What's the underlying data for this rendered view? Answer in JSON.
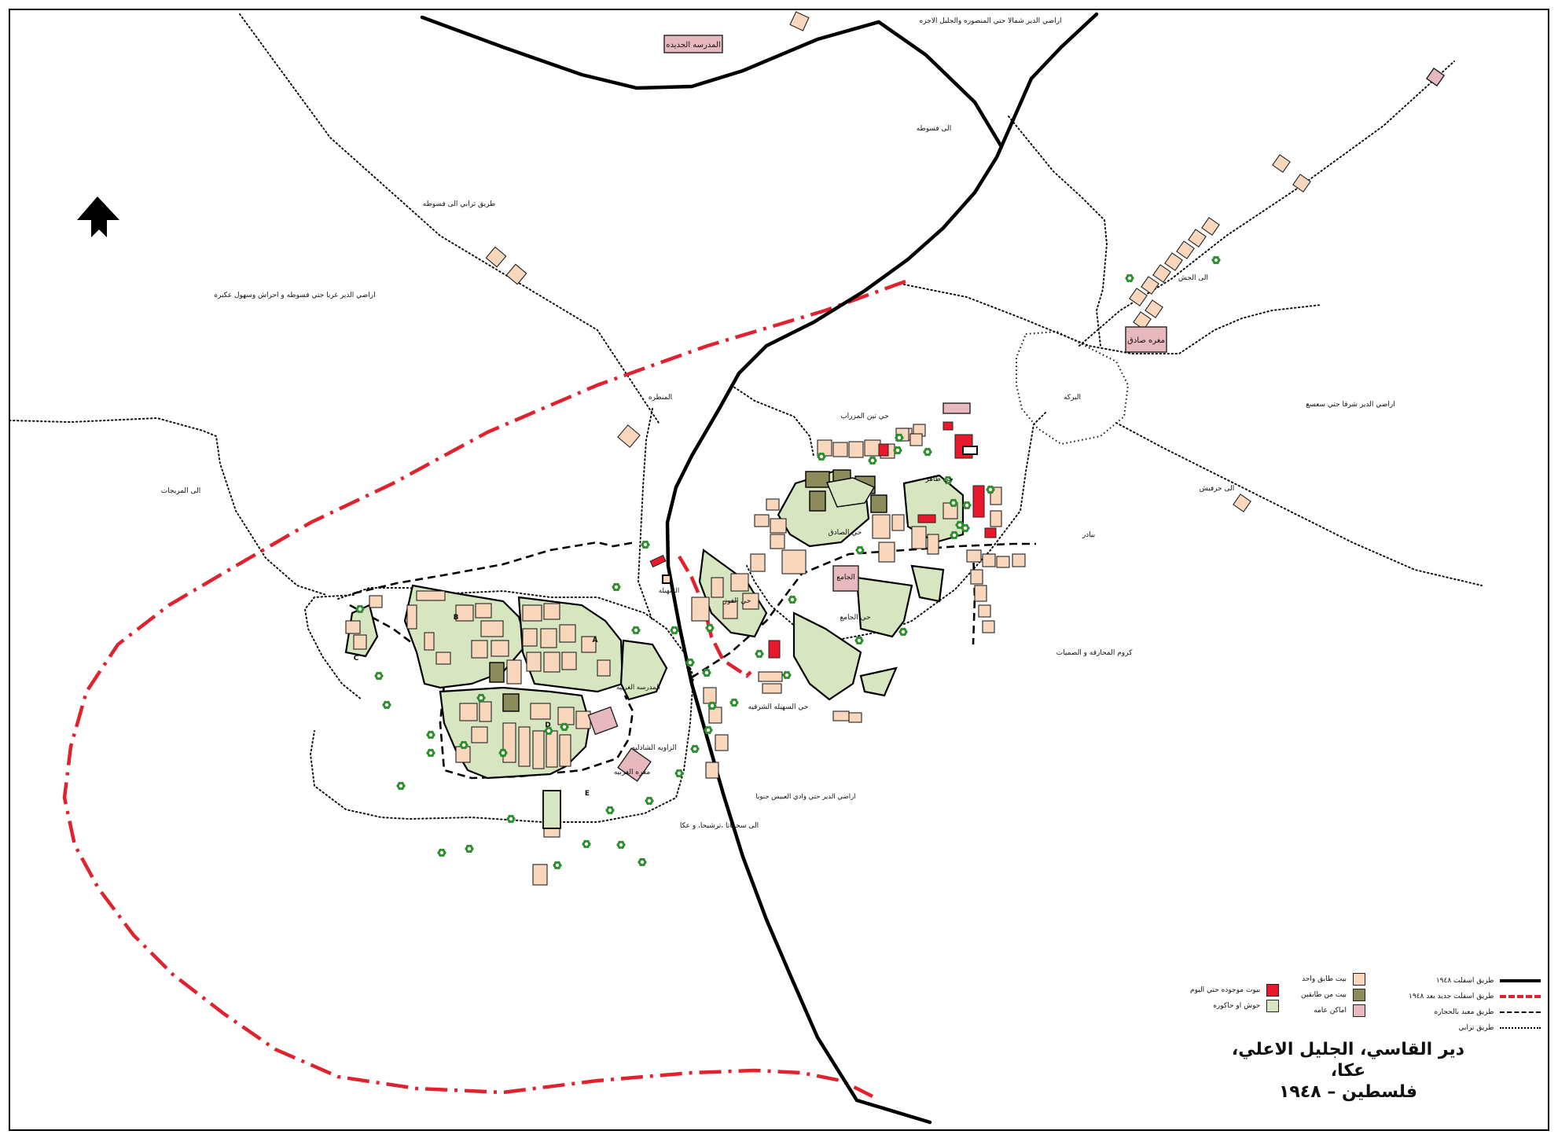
{
  "colors": {
    "paved_road": "#000000",
    "new_road": "#e0222e",
    "single_storey": "#f8d7bd",
    "two_storey": "#8b8b5c",
    "public_place": "#e7b9bf",
    "existing_house": "#e8192c",
    "courtyard": "#d7e6c0",
    "tree": "#2f8f2f"
  },
  "labels": {
    "new_school": "المدرسه الجديده",
    "north_lands": "اراضي الدير شمالا حتي المنصوره والجليل الاجره",
    "to_fassuta": "الى فسوطه",
    "dirt_road_fassuta": "طريق ترابي الى فسوطه",
    "west_lands": "اراضي الدير غربا حتي فسوطه و احراش وسهول عكبره",
    "east_lands": "اراضي الدير شرقا حتي سعسع",
    "to_jish": "الى الجش",
    "to_hurfeish": "الى حرفيش",
    "to_marijat": "الى المريجات",
    "sadiq_cave": "مغره صادق",
    "pool": "البركه",
    "lookout": "المنطره",
    "bayader": "بيادر",
    "vineyards": "كروم المحارقه و الصميات",
    "south_lands": "اراضي الدير حتي وادي العبيس جنوبا",
    "to_suhmata": "الى سحماتا ،ترشيحا، و عكا",
    "east_suhayla": "حي السهيله الشرقيه",
    "hay_sadiq": "حي الصادق",
    "hay_jami": "حي الجامع",
    "mosque": "الجامع",
    "hay_tin": "حي تين المزراب",
    "hay_taher": "حي طاهر",
    "hay_qawz": "حي القوز",
    "zawiya": "الزاويه الشاذليه",
    "west_cave": "مغره الغربيه",
    "west_school": "المدرسه الغربيه",
    "suhayla": "السهيله",
    "block_a": "A",
    "block_b": "B",
    "block_c": "C",
    "block_d": "D",
    "block_e": "E"
  },
  "legend": {
    "roads": [
      {
        "label": "طريق اسفلت ١٩٤٨",
        "style": "paved"
      },
      {
        "label": "طريق اسفلت جديد بعد ١٩٤٨",
        "style": "new"
      },
      {
        "label": "طريق معبد بالحجاره",
        "style": "stone"
      },
      {
        "label": "طريق ترابي",
        "style": "dirt"
      }
    ],
    "buildings": [
      {
        "label": "بيت طابق واحد",
        "color_key": "single_storey"
      },
      {
        "label": "بيت من طابقين",
        "color_key": "two_storey"
      },
      {
        "label": "اماكن عامه",
        "color_key": "public_place"
      }
    ],
    "other": [
      {
        "label": "بيوت موجوده حتي اليوم",
        "color_key": "existing_house"
      },
      {
        "label": "حوش او حاكوره",
        "color_key": "courtyard"
      }
    ]
  },
  "title": {
    "line1": "دير القاسي، الجليل الاعلي، عكا،",
    "line2": "فلسطين – ١٩٤٨"
  },
  "north_arrow_icon": "north-arrow-icon",
  "tree_icon": "tree-icon"
}
